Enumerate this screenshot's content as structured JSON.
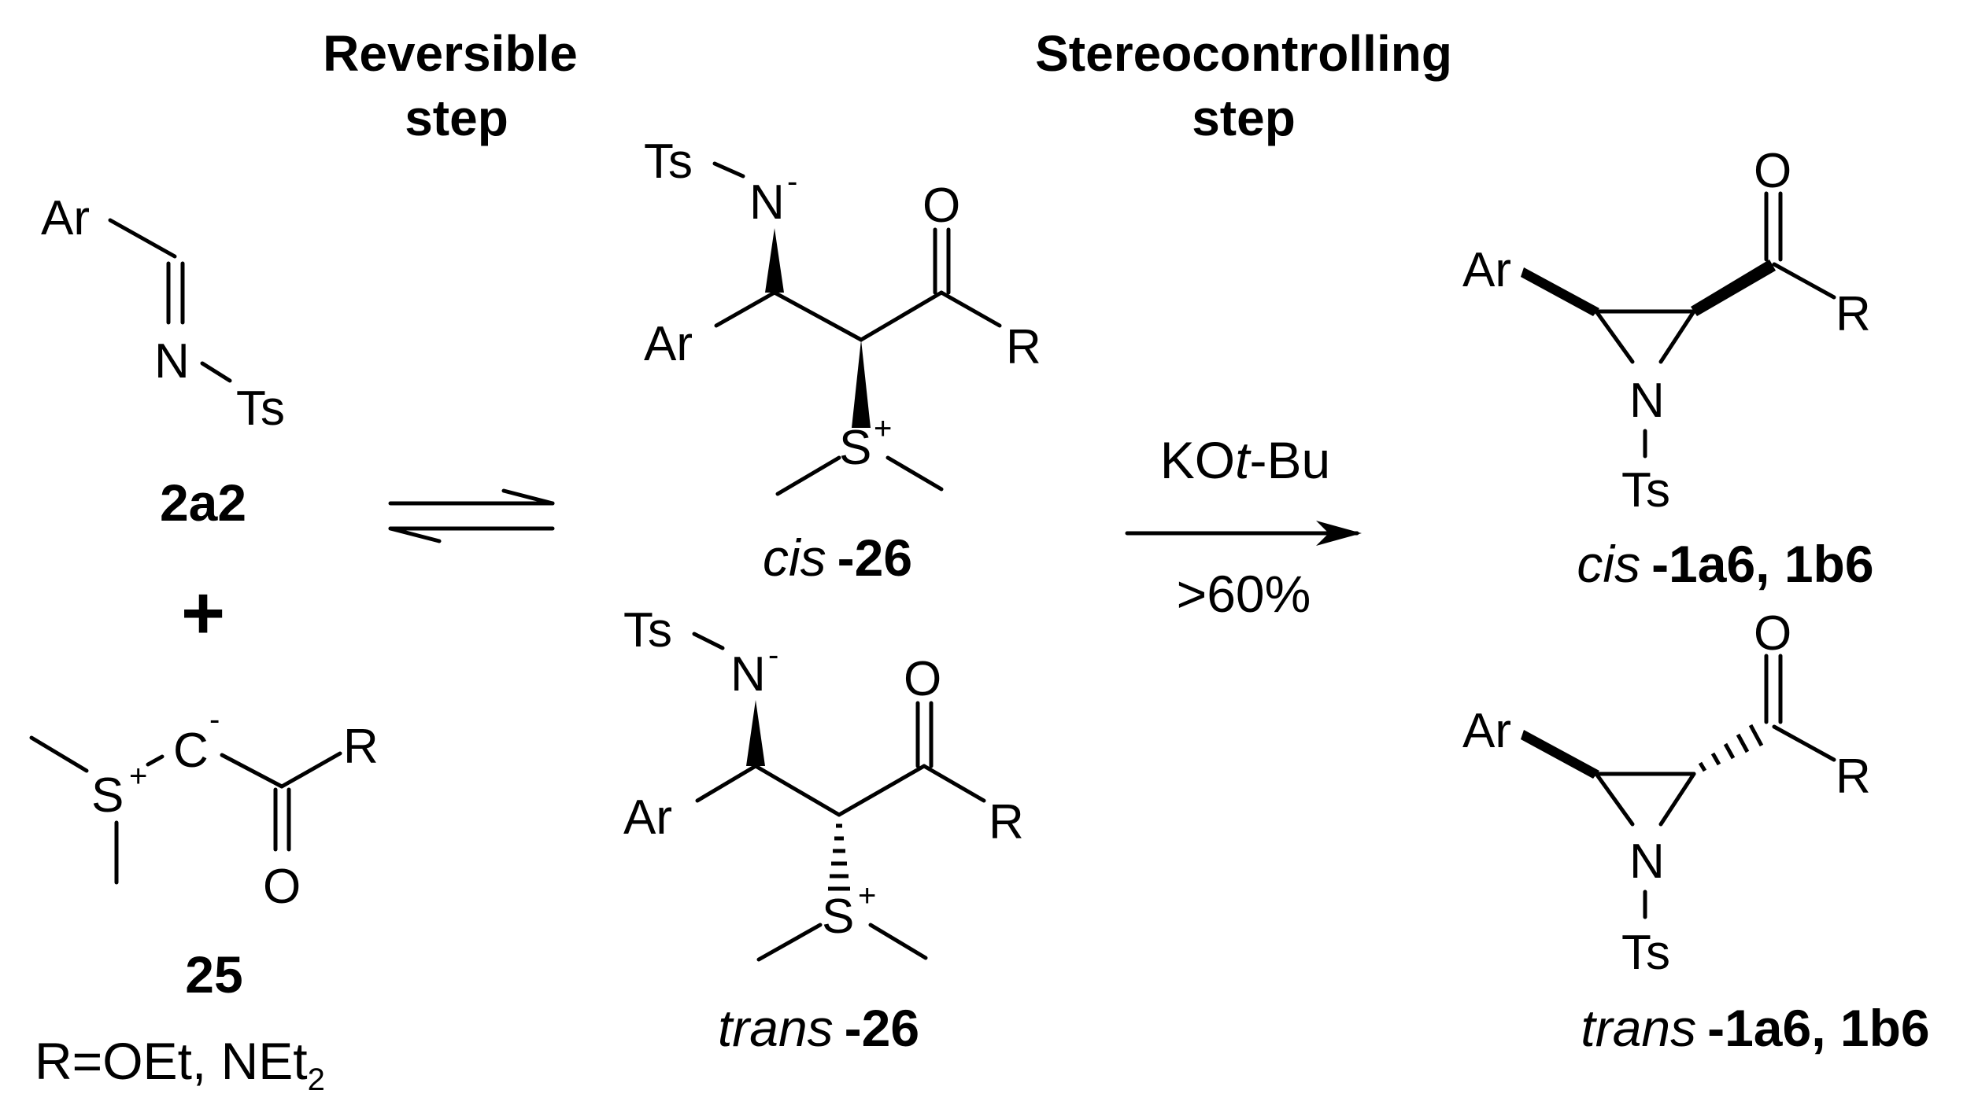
{
  "headers": {
    "reversible_line1": "Reversible",
    "reversible_line2": "step",
    "stereo_line1": "Stereocontrolling",
    "stereo_line2": "step"
  },
  "atoms": {
    "Ar": "Ar",
    "N": "N",
    "Ts": "Ts",
    "O": "O",
    "R": "R",
    "S": "S",
    "C": "C",
    "plus_charge": "+",
    "minus_charge": "-"
  },
  "plus_sign": "+",
  "compounds": {
    "imine": "2a2",
    "ylide": "25",
    "cis_betaine_prefix": "cis",
    "cis_betaine_id": "-26",
    "trans_betaine_prefix": "trans",
    "trans_betaine_id": "-26",
    "cis_aziridine_prefix": "cis",
    "cis_aziridine_id": "-1a6, 1b6",
    "trans_aziridine_prefix": "trans",
    "trans_aziridine_id": "-1a6, 1b6"
  },
  "substituent_note": {
    "text": "R=OEt, NEt",
    "subscript": "2"
  },
  "reaction": {
    "reagent_prefix": "KO",
    "reagent_italic": "t",
    "reagent_suffix": "-Bu",
    "yield": ">60%"
  }
}
